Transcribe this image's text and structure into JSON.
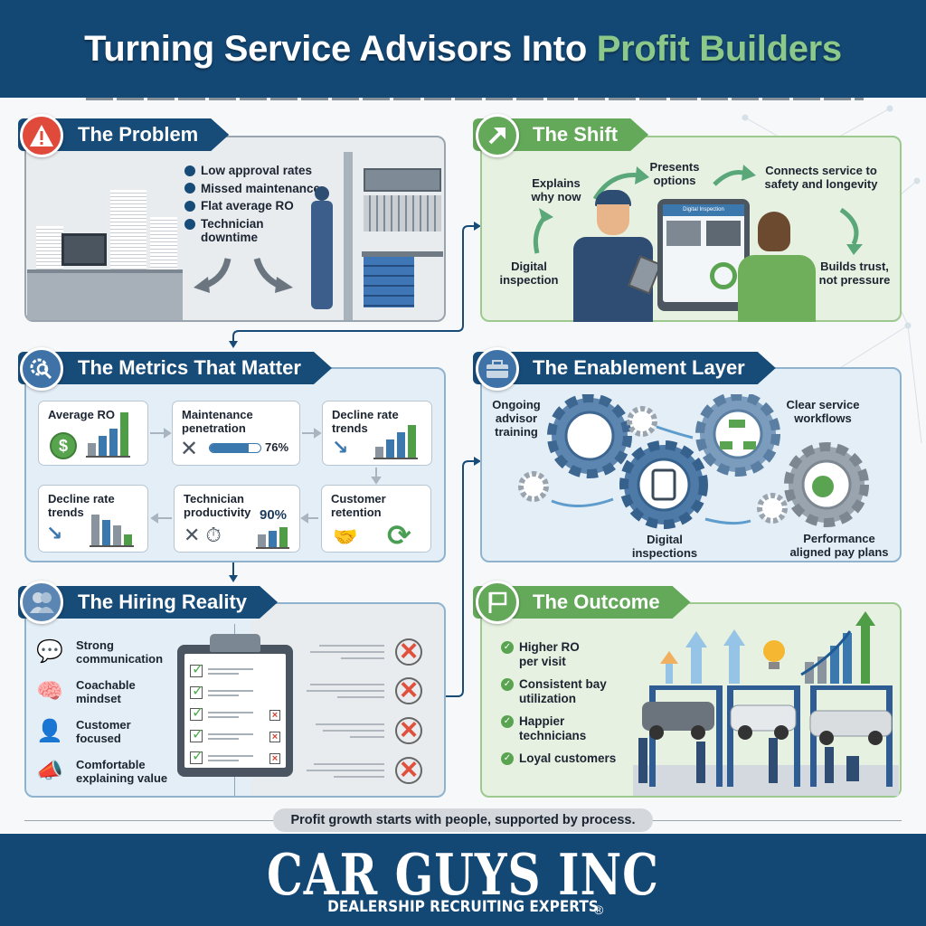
{
  "header": {
    "title_main": "Turning Service Advisors Into ",
    "title_accent": "Profit Builders"
  },
  "colors": {
    "navy": "#134774",
    "green_accent": "#8cc88a",
    "panel_green": "#64a85a",
    "alert_red": "#e0513d"
  },
  "problem": {
    "title": "The Problem",
    "icon": "warning-icon",
    "bullets": [
      "Low approval rates",
      "Missed maintenance",
      "Flat average RO",
      "Technician downtime"
    ]
  },
  "shift": {
    "title": "The Shift",
    "icon": "arrow-up-right-icon",
    "steps": [
      "Digital inspection",
      "Explains why now",
      "Presents options",
      "Connects service to safety and longevity",
      "Builds trust, not pressure"
    ],
    "tablet_title": "Digital Inspection"
  },
  "metrics": {
    "title": "The Metrics That Matter",
    "icon": "gear-magnifier-icon",
    "cards": [
      {
        "label": "Average RO",
        "value": ""
      },
      {
        "label": "Maintenance penetration",
        "value": "76%"
      },
      {
        "label": "Decline rate trends",
        "value": ""
      },
      {
        "label": "Decline rate trends",
        "value": ""
      },
      {
        "label": "Technician productivity",
        "value": "90%"
      },
      {
        "label": "Customer retention",
        "value": ""
      }
    ]
  },
  "enablement": {
    "title": "The Enablement Layer",
    "icon": "toolbox-icon",
    "items": [
      "Ongoing advisor training",
      "Digital inspections",
      "Clear service workflows",
      "Performance aligned pay plans"
    ]
  },
  "hiring": {
    "title": "The Hiring Reality",
    "icon": "people-icon",
    "traits": [
      "Strong communication",
      "Coachable mindset",
      "Customer focused",
      "Comfortable explaining value"
    ]
  },
  "outcome": {
    "title": "The Outcome",
    "icon": "flag-icon",
    "bullets": [
      "Higher RO per visit",
      "Consistent bay utilization",
      "Happier technicians",
      "Loyal customers"
    ]
  },
  "footer": {
    "tagline": "Profit growth starts with people, supported by process.",
    "logo_main": "CAR GUYS INC",
    "logo_sub": "DEALERSHIP RECRUITING EXPERTS",
    "registered": "®"
  }
}
